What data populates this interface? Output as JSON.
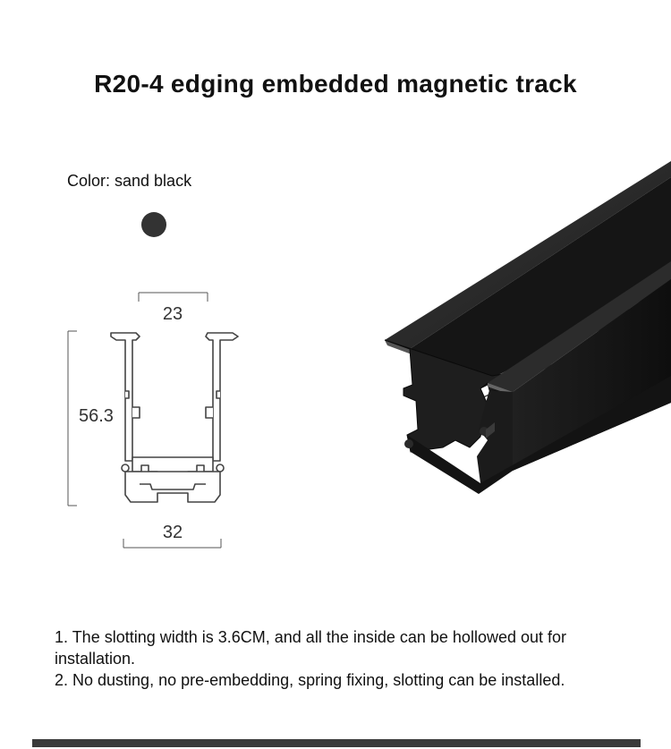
{
  "title": "R20-4 edging embedded magnetic track",
  "color": {
    "label": "Color: sand black",
    "swatch_hex": "#333333"
  },
  "dimensions": {
    "top_width": "23",
    "height": "56.3",
    "bottom_width": "32"
  },
  "notes": [
    "1. The slotting width is 3.6CM, and all the inside can be hollowed out for installation.",
    "2. No dusting, no pre-embedding, spring fixing, slotting can be installed."
  ]
}
